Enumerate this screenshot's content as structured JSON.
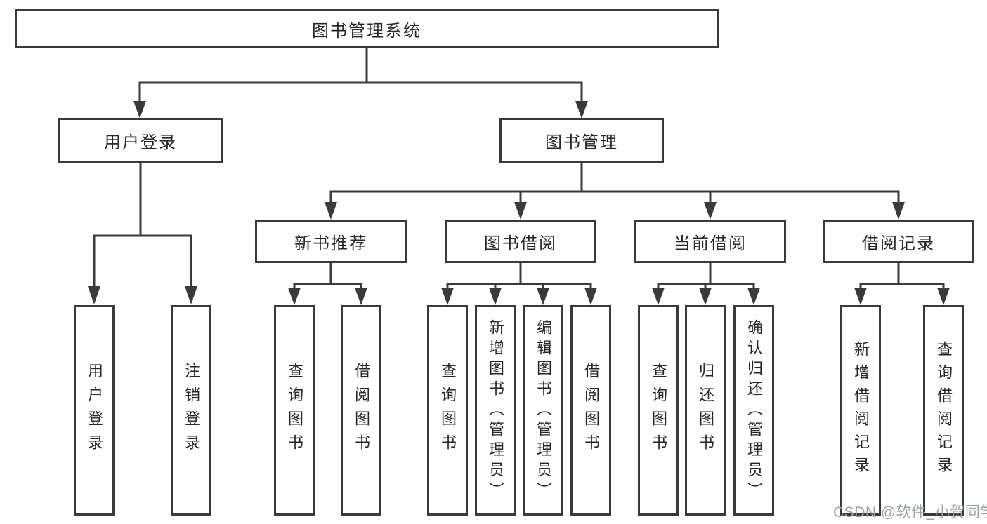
{
  "diagram": {
    "root": {
      "label": "图书管理系统"
    },
    "branches": [
      {
        "label": "用户登录"
      },
      {
        "label": "图书管理"
      }
    ],
    "modules": [
      {
        "parent": "图书管理",
        "label": "新书推荐"
      },
      {
        "parent": "图书管理",
        "label": "图书借阅"
      },
      {
        "parent": "图书管理",
        "label": "当前借阅"
      },
      {
        "parent": "图书管理",
        "label": "借阅记录"
      }
    ],
    "functions": [
      {
        "parent": "用户登录",
        "label": "用户登录"
      },
      {
        "parent": "用户登录",
        "label": "注销登录"
      },
      {
        "parent": "新书推荐",
        "label": "查询图书"
      },
      {
        "parent": "新书推荐",
        "label": "借阅图书"
      },
      {
        "parent": "图书借阅",
        "label": "查询图书"
      },
      {
        "parent": "图书借阅",
        "label": "新增图书（管理员）"
      },
      {
        "parent": "图书借阅",
        "label": "编辑图书（管理员）"
      },
      {
        "parent": "图书借阅",
        "label": "借阅图书"
      },
      {
        "parent": "当前借阅",
        "label": "查询图书"
      },
      {
        "parent": "当前借阅",
        "label": "归还图书"
      },
      {
        "parent": "当前借阅",
        "label": "确认归还（管理员）"
      },
      {
        "parent": "借阅记录",
        "label": "新增借阅记录"
      },
      {
        "parent": "借阅记录",
        "label": "查询借阅记录"
      }
    ]
  },
  "watermark": {
    "text": "CSDN @软件_小贺同学"
  },
  "colors": {
    "line": "#3a3a3a",
    "text": "#262626",
    "box_background": "#ffffff",
    "page_background": "#ffffff",
    "watermark": "#9ba1a8"
  }
}
